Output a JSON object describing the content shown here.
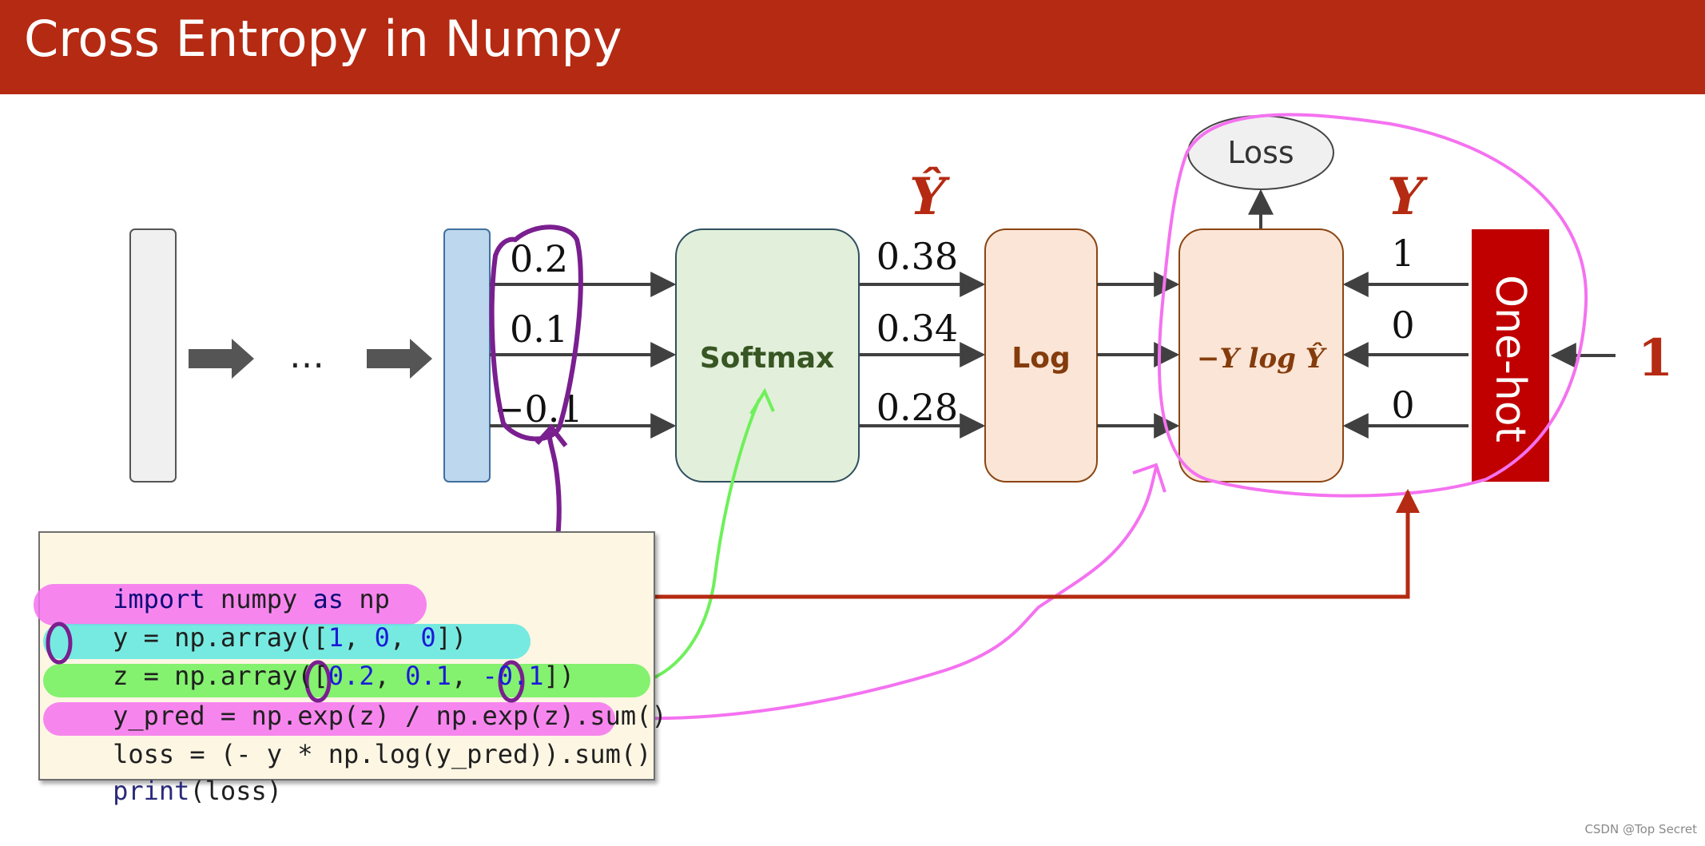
{
  "title": "Cross Entropy in Numpy",
  "diagram": {
    "ellipsis": "…",
    "logits": [
      "0.2",
      "0.1",
      "−0.1"
    ],
    "softmax_label": "Softmax",
    "yhat_symbol": "Ŷ",
    "probs": [
      "0.38",
      "0.34",
      "0.28"
    ],
    "log_label": "Log",
    "formula": "−Y log Ŷ",
    "loss_label": "Loss",
    "y_symbol": "Y",
    "onehot_values": [
      "1",
      "0",
      "0"
    ],
    "onehot_label": "One-hot",
    "class_label": "1"
  },
  "code": {
    "lines": [
      [
        "import",
        " numpy ",
        "as",
        " np"
      ],
      [
        "y = np.array([",
        "1",
        ", ",
        "0",
        ", ",
        "0",
        "])"
      ],
      [
        "z",
        " = np.array([",
        "0.2",
        ", ",
        "0.1",
        ", ",
        "-0.1",
        "])"
      ],
      [
        "y_pred = np.exp(",
        "z",
        ") / np.exp(",
        "z",
        ").sum()"
      ],
      [
        "loss = (- y * np.log(y_pred)).sum()"
      ],
      [
        "print",
        "(loss)"
      ]
    ]
  },
  "watermark": "CSDN @Top Secret",
  "colors": {
    "title_bar": "#b52a12",
    "softmax_fill": "#e2efda",
    "log_fill": "#fbe5d6",
    "onehot_fill": "#c00000",
    "logit_fill": "#bdd7ee",
    "highlight_pink": "#f472f0",
    "highlight_cyan": "#5ee8e0",
    "highlight_green": "#6ef05a",
    "annotation_purple": "#7a1f8f",
    "arrow_red": "#b52a12"
  }
}
